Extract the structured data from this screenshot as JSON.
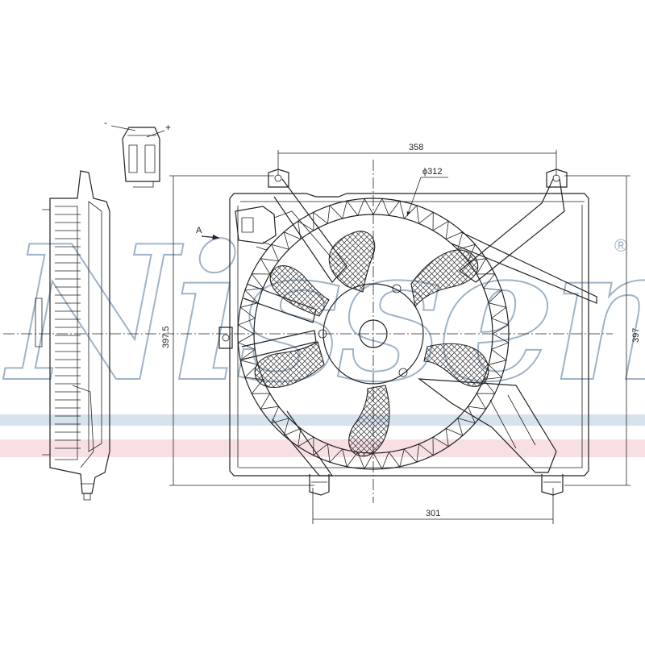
{
  "watermark": {
    "brand": "Nissens",
    "registered_mark": "®",
    "stripe_colors": [
      "#b8cde0",
      "#f2c6cf"
    ]
  },
  "connector": {
    "minus_label": "-",
    "plus_label": "+"
  },
  "view_marker": {
    "label": "A"
  },
  "dimensions": {
    "top_width": "358",
    "fan_diameter": "ϕ312",
    "bottom_width": "301",
    "left_height": "397.5",
    "right_height": "397"
  }
}
